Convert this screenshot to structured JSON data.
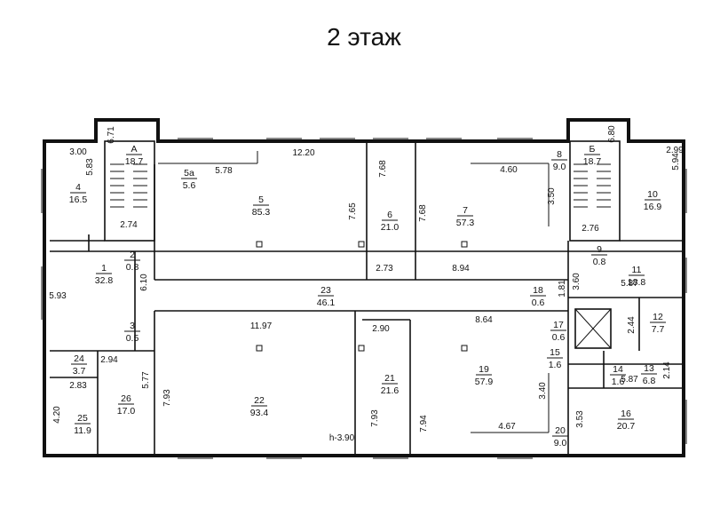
{
  "title": "2 этаж",
  "height_mark": "h-3.90",
  "rooms": [
    {
      "num": "А",
      "area": "18.7"
    },
    {
      "num": "Б",
      "area": "18.7"
    },
    {
      "num": "1",
      "area": "32.8"
    },
    {
      "num": "2",
      "area": "0.8"
    },
    {
      "num": "3",
      "area": "0.5"
    },
    {
      "num": "4",
      "area": "16.5"
    },
    {
      "num": "5",
      "area": "85.3"
    },
    {
      "num": "5а",
      "area": "5.6"
    },
    {
      "num": "6",
      "area": "21.0"
    },
    {
      "num": "7",
      "area": "57.3"
    },
    {
      "num": "8",
      "area": "9.0"
    },
    {
      "num": "9",
      "area": "0.8"
    },
    {
      "num": "10",
      "area": "16.9"
    },
    {
      "num": "11",
      "area": "18.8"
    },
    {
      "num": "12",
      "area": "7.7"
    },
    {
      "num": "13",
      "area": "6.8"
    },
    {
      "num": "14",
      "area": "1.6"
    },
    {
      "num": "15",
      "area": "1.6"
    },
    {
      "num": "16",
      "area": "20.7"
    },
    {
      "num": "17",
      "area": "0.6"
    },
    {
      "num": "18",
      "area": "0.6"
    },
    {
      "num": "19",
      "area": "57.9"
    },
    {
      "num": "20",
      "area": "9.0"
    },
    {
      "num": "21",
      "area": "21.6"
    },
    {
      "num": "22",
      "area": "93.4"
    },
    {
      "num": "23",
      "area": "46.1"
    },
    {
      "num": "24",
      "area": "3.7"
    },
    {
      "num": "25",
      "area": "11.9"
    },
    {
      "num": "26",
      "area": "17.0"
    }
  ],
  "dims": [
    "6.71",
    "3.00",
    "5.83",
    "2.74",
    "12.20",
    "5.78",
    "7.65",
    "7.68",
    "7.68",
    "4.60",
    "3.50",
    "6.80",
    "2.99",
    "5.94",
    "2.76",
    "6.10",
    "5.93",
    "2.73",
    "8.94",
    "1.81",
    "3.60",
    "5.87",
    "11.97",
    "2.90",
    "8.64",
    "2.94",
    "5.77",
    "7.93",
    "2.83",
    "4.20",
    "2.44",
    "2.14",
    "5.87",
    "3.40",
    "4.67",
    "7.93",
    "7.94",
    "3.53"
  ]
}
